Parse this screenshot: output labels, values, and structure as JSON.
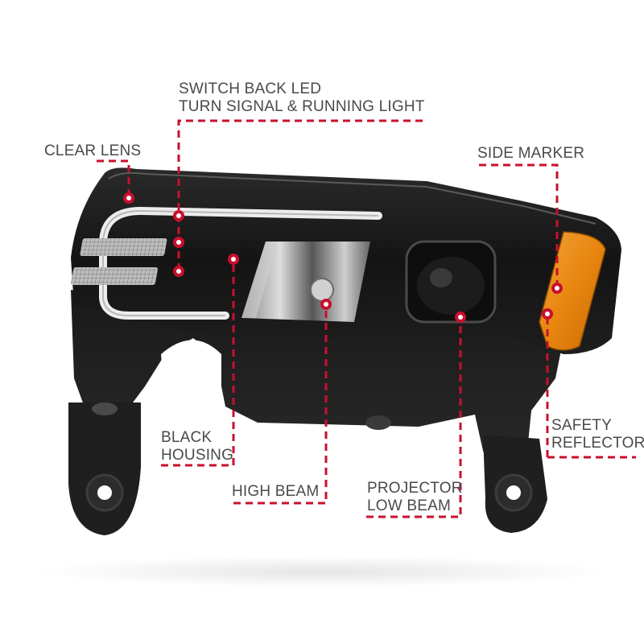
{
  "product": {
    "name": "headlight-assembly",
    "colors": {
      "housing": "#151515",
      "accent_callout": "#c8102e",
      "label_text": "#4a4a4a",
      "amber_marker": "#e88a12",
      "led_bar": "#e9e9e9"
    }
  },
  "callouts": [
    {
      "id": "switchback",
      "lines": [
        "SWITCH BACK LED",
        "TURN SIGNAL & RUNNING LIGHT"
      ]
    },
    {
      "id": "clear_lens",
      "lines": [
        "CLEAR LENS"
      ]
    },
    {
      "id": "side_marker",
      "lines": [
        "SIDE MARKER"
      ]
    },
    {
      "id": "black_housing",
      "lines": [
        "BLACK",
        "HOUSING"
      ]
    },
    {
      "id": "safety_reflector",
      "lines": [
        "SAFETY",
        "REFLECTOR"
      ]
    },
    {
      "id": "high_beam",
      "lines": [
        "HIGH BEAM"
      ]
    },
    {
      "id": "projector_low_beam",
      "lines": [
        "PROJECTOR",
        "LOW BEAM"
      ]
    }
  ]
}
